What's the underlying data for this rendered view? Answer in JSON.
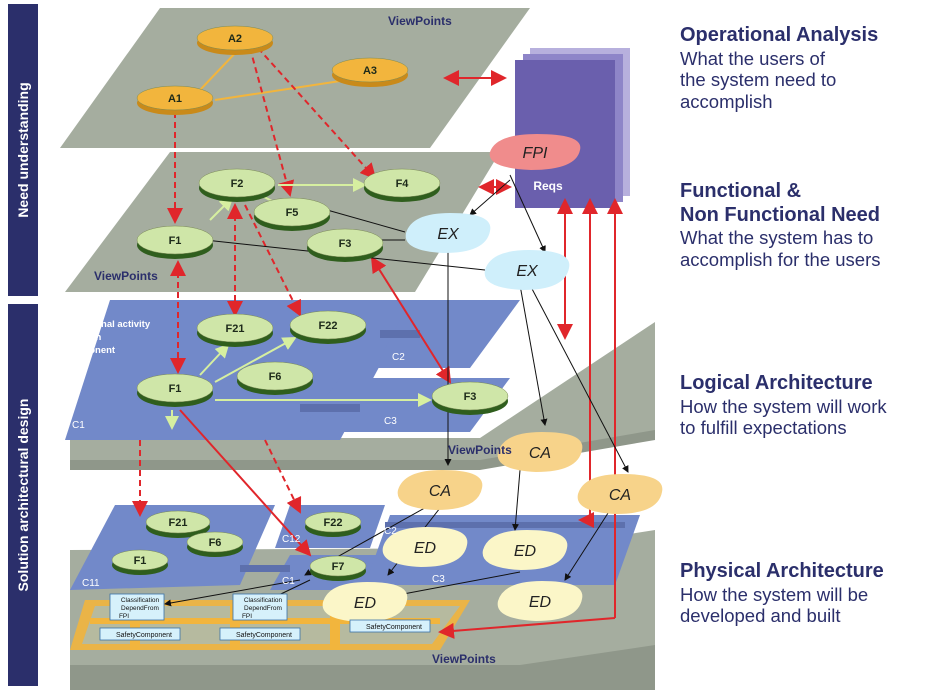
{
  "sidebar": {
    "top": "Need understanding",
    "bottom": "Solution architectural design"
  },
  "legend": [
    {
      "title": [
        "Operational Analysis"
      ],
      "desc": [
        "What the users of",
        "the system need to",
        "accomplish"
      ]
    },
    {
      "title": [
        "Functional &",
        "Non Functional Need"
      ],
      "desc": [
        "What the system has to",
        "accomplish for the users"
      ]
    },
    {
      "title": [
        "Logical Architecture"
      ],
      "desc": [
        "How the system will work",
        "to fulfill expectations"
      ]
    },
    {
      "title": [
        "Physical Architecture"
      ],
      "desc": [
        "How the system will be",
        "developed and built"
      ]
    }
  ],
  "key": [
    "A : Operational activity",
    "F : Function",
    "C : Component"
  ],
  "viewpoints_label": "ViewPoints",
  "activities": [
    "A1",
    "A2",
    "A3"
  ],
  "functions_need": [
    "F1",
    "F2",
    "F3",
    "F4",
    "F5"
  ],
  "functions_logical": [
    "F1",
    "F21",
    "F22",
    "F6",
    "F3"
  ],
  "functions_physical": [
    "F1",
    "F21",
    "F6",
    "F22",
    "F7"
  ],
  "components": [
    "C1",
    "C2",
    "C3",
    "C11",
    "C12"
  ],
  "reqs_label": "Reqs",
  "fpi_label": "FPI",
  "ex_label": "EX",
  "ca_label": "CA",
  "ed_label": "ED",
  "safety": {
    "classification": "Classification",
    "depend": "DependFrom",
    "fpi": "FPI",
    "component": "SafetyComponent"
  },
  "colors": {
    "sidebar": "#2b2f6b",
    "text": "#2b2f6b",
    "grey_plane": "#a5ad9f",
    "blue_plane": "#7289c9",
    "green_node": "#cfe6a8",
    "orange_node": "#f2b53d",
    "red_arrow": "#e0262b",
    "ca": "#f7d38a",
    "ed": "#fbf6c8",
    "ex": "#cfeffb",
    "fpi": "#f08c8c",
    "reqs": "#6a5fad"
  }
}
